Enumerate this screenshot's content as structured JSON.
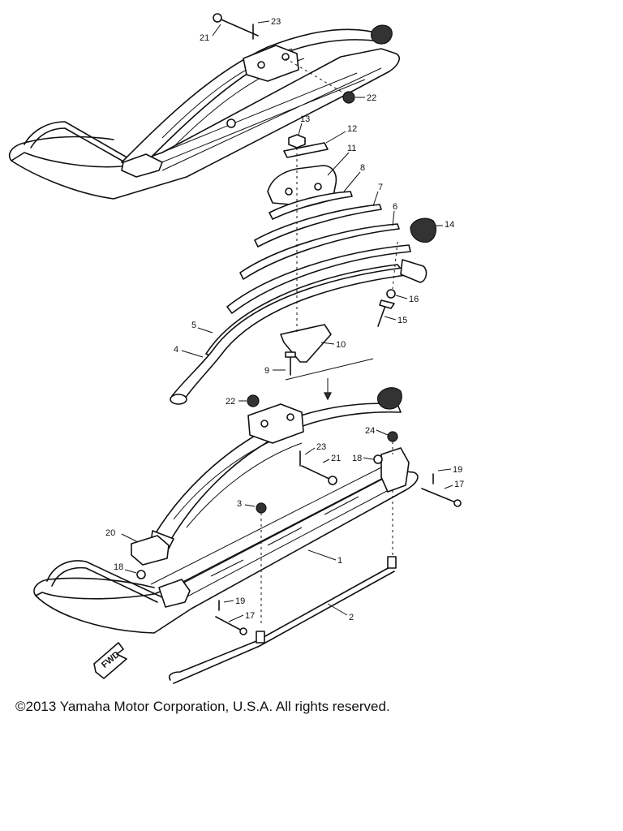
{
  "callouts": {
    "c21a": "21",
    "c23a": "23",
    "c22a": "22",
    "c13": "13",
    "c12": "12",
    "c11": "11",
    "c8": "8",
    "c7": "7",
    "c6": "6",
    "c14": "14",
    "c16": "16",
    "c15": "15",
    "c5": "5",
    "c4": "4",
    "c10": "10",
    "c9": "9",
    "c22b": "22",
    "c24": "24",
    "c23b": "23",
    "c21b": "21",
    "c18a": "18",
    "c19a": "19",
    "c17a": "17",
    "c3": "3",
    "c20": "20",
    "c1": "1",
    "c18b": "18",
    "c19b": "19",
    "c17b": "17",
    "c2": "2"
  },
  "fwd_mark": "FWD",
  "copyright": "©2013 Yamaha Motor Corporation, U.S.A. All rights reserved."
}
